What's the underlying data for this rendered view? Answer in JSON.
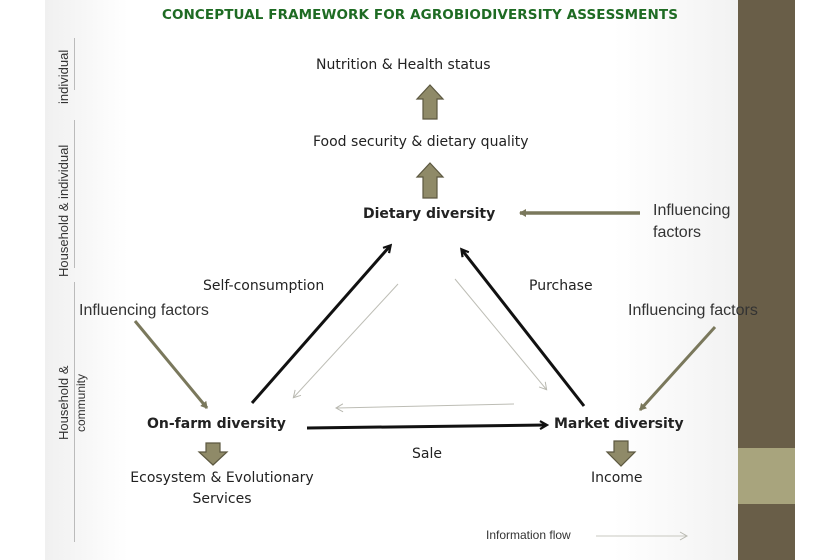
{
  "title": "CONCEPTUAL FRAMEWORK FOR AGROBIODIVERSITY ASSESSMENTS",
  "colors": {
    "title": "#1e6b23",
    "block_arrow_fill": "#8f8a68",
    "block_arrow_stroke": "#5c5840",
    "influence_arrow": "#7a785c",
    "flow_arrow": "#111111",
    "info_flow_arrow": "#c8c8c0",
    "side_bar": "#695e48",
    "side_bar_accent": "#a8a47d"
  },
  "levels": {
    "individual": "individual",
    "household_individual": "Household  &  individual",
    "household_community_line1": "Household  &",
    "household_community_line2": "community"
  },
  "nodes": {
    "nutrition": "Nutrition & Health status",
    "food_security": "Food security & dietary quality",
    "dietary_diversity": "Dietary diversity",
    "on_farm_diversity": "On-farm diversity",
    "market_diversity": "Market diversity",
    "ecosystem_line1": "Ecosystem & Evolutionary",
    "ecosystem_line2": "Services",
    "income": "Income"
  },
  "flows": {
    "self_consumption": "Self-consumption",
    "purchase": "Purchase",
    "sale": "Sale"
  },
  "influencing": {
    "top_line1": "Influencing",
    "top_line2": "factors",
    "left": "Influencing factors",
    "right": "Influencing factors"
  },
  "legend": {
    "information_flow": "Information flow"
  }
}
